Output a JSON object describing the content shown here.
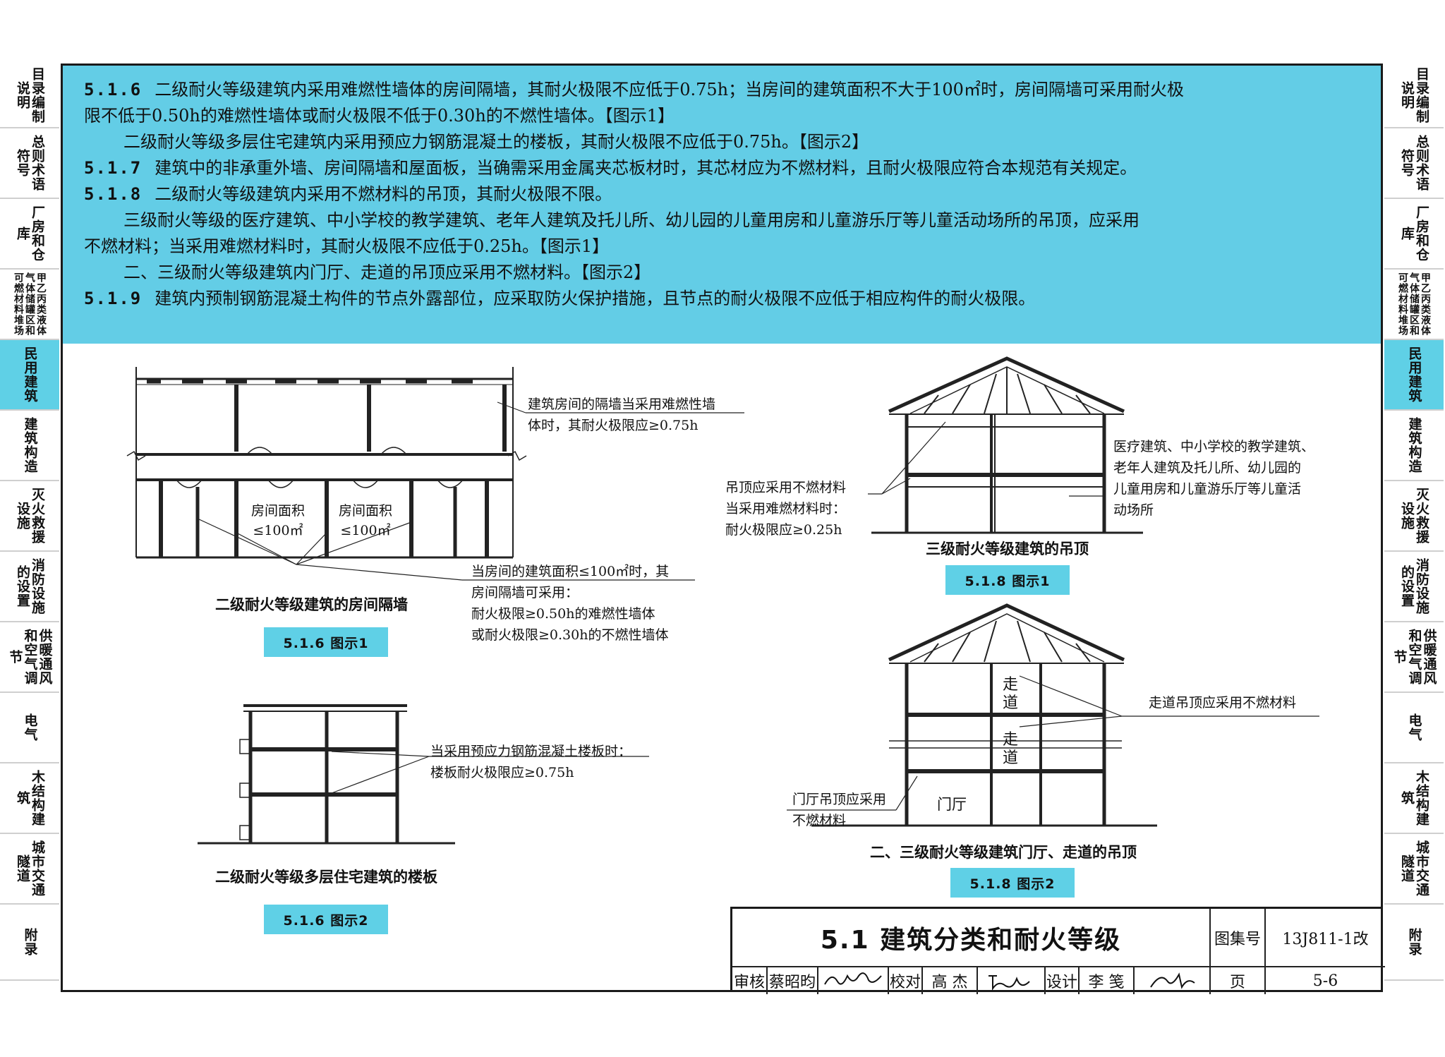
{
  "sidebar": {
    "items": [
      {
        "label": "目录编制说明",
        "small": false
      },
      {
        "label": "总则术语符号",
        "small": false
      },
      {
        "label": "厂房和仓库",
        "small": false
      },
      {
        "label": "甲乙丙类液体气体储罐区和可燃材料堆场",
        "small": true
      },
      {
        "label": "民用建筑",
        "small": false,
        "active": true
      },
      {
        "label": "建筑构造",
        "small": false
      },
      {
        "label": "灭火救援设施",
        "small": false
      },
      {
        "label": "消防设施的设置",
        "small": false
      },
      {
        "label": "供暖通风和空气调节",
        "small": false
      },
      {
        "label": "电气",
        "small": false
      },
      {
        "label": "木结构建筑",
        "small": false
      },
      {
        "label": "城市交通隧道",
        "small": false
      },
      {
        "label": "附录",
        "small": false
      }
    ]
  },
  "text": {
    "p1_num": "5.1.6",
    "p1a": "二级耐火等级建筑内采用难燃性墙体的房间隔墙，其耐火极限不应低于0.75h；当房间的建筑面积不大于100㎡时，房间隔墙可采用耐火极",
    "p1b": "限不低于0.50h的难燃性墙体或耐火极限不低于0.30h的不燃性墙体。【图示1】",
    "p2": "二级耐火等级多层住宅建筑内采用预应力钢筋混凝土的楼板，其耐火极限不应低于0.75h。【图示2】",
    "p3_num": "5.1.7",
    "p3": "建筑中的非承重外墙、房间隔墙和屋面板，当确需采用金属夹芯板材时，其芯材应为不燃材料，且耐火极限应符合本规范有关规定。",
    "p4_num": "5.1.8",
    "p4": "二级耐火等级建筑内采用不燃材料的吊顶，其耐火极限不限。",
    "p5a": "三级耐火等级的医疗建筑、中小学校的教学建筑、老年人建筑及托儿所、幼儿园的儿童用房和儿童游乐厅等儿童活动场所的吊顶，应采用",
    "p5b": "不燃材料；当采用难燃材料时，其耐火极限不应低于0.25h。【图示1】",
    "p6": "二、三级耐火等级建筑内门厅、走道的吊顶应采用不燃材料。【图示2】",
    "p7_num": "5.1.9",
    "p7": "建筑内预制钢筋混凝土构件的节点外露部位，应采取防火保护措施，且节点的耐火极限不应低于相应构件的耐火极限。"
  },
  "fig1": {
    "note_top_1": "建筑房间的隔墙当采用难燃性墙",
    "note_top_2": "体时，其耐火极限应≥0.75h",
    "room1_a": "房间面积",
    "room1_b": "≤100㎡",
    "room2_a": "房间面积",
    "room2_b": "≤100㎡",
    "note_bottom_1": "当房间的建筑面积≤100㎡时，其",
    "note_bottom_2": "房间隔墙可采用：",
    "note_bottom_3": "耐火极限≥0.50h的难燃性墙体",
    "note_bottom_4": "或耐火极限≥0.30h的不燃性墙体",
    "caption": "二级耐火等级建筑的房间隔墙",
    "label": "5.1.6 图示1"
  },
  "fig2": {
    "note_1": "当采用预应力钢筋混凝土楼板时：",
    "note_2": "楼板耐火极限应≥0.75h",
    "caption": "二级耐火等级多层住宅建筑的楼板",
    "label": "5.1.6 图示2"
  },
  "fig3": {
    "note_left_1": "吊顶应采用不燃材料",
    "note_left_2": "当采用难燃材料时：",
    "note_left_3": "耐火极限应≥0.25h",
    "note_right_1": "医疗建筑、中小学校的教学建筑、",
    "note_right_2": "老年人建筑及托儿所、幼儿园的",
    "note_right_3": "儿童用房和儿童游乐厅等儿童活",
    "note_right_4": "动场所",
    "caption": "三级耐火等级建筑的吊顶",
    "label": "5.1.8 图示1"
  },
  "fig4": {
    "corridor1": "走道",
    "corridor2": "走道",
    "lobby": "门厅",
    "note_right": "走道吊顶应采用不燃材料",
    "note_left_1": "门厅吊顶应采用",
    "note_left_2": "不燃材料",
    "caption": "二、三级耐火等级建筑门厅、走道的吊顶",
    "label": "5.1.8 图示2"
  },
  "titleblock": {
    "title": "5.1 建筑分类和耐火等级",
    "atlas_label": "图集号",
    "atlas_no": "13J811-1改",
    "review_label": "审核",
    "review_name": "蔡昭昀",
    "check_label": "校对",
    "check_name": "高 杰",
    "design_label": "设计",
    "design_name": "李 笺",
    "page_label": "页",
    "page_no": "5-6"
  }
}
